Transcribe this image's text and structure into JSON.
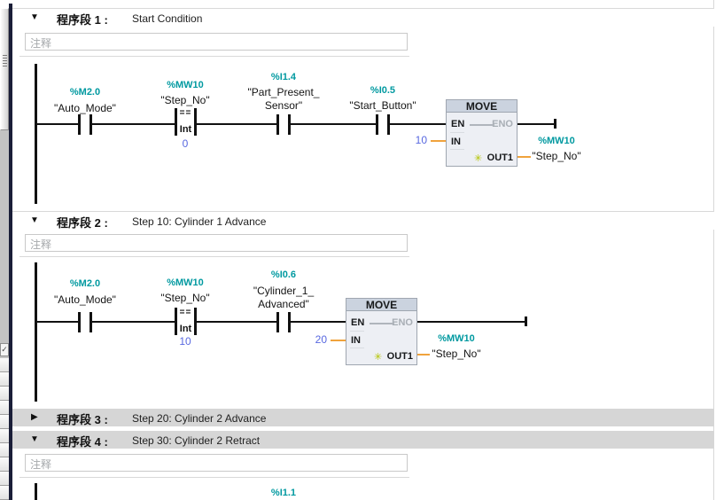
{
  "icons": {
    "collapse": "▼",
    "expand": "▶",
    "star": "✳",
    "check": "✓"
  },
  "colors": {
    "operand_teal": "#0099A0",
    "constant_blue": "#5868E0",
    "wire_orange": "#F0A33C",
    "star_yellow": "#B3C400",
    "block_header": "#CBD3DF",
    "network_header_gray": "#D6D6D6",
    "sidebar_navy": "#1A1E38"
  },
  "editor": {
    "comment_placeholder": "注释",
    "block": {
      "title": "MOVE",
      "en": "EN",
      "eno": "ENO",
      "in": "IN",
      "out1": "OUT1"
    },
    "networks": [
      {
        "label": "程序段 1 :",
        "title": "Start Condition",
        "contact1": {
          "address": "%M2.0",
          "name": "\"Auto_Mode\""
        },
        "compare": {
          "address": "%MW10",
          "name": "\"Step_No\"",
          "op": "==",
          "type": "Int",
          "value": "0"
        },
        "contact2": {
          "address": "%I1.4",
          "name_line1": "\"Part_Present_",
          "name_line2": "Sensor\""
        },
        "contact3": {
          "address": "%I0.5",
          "name": "\"Start_Button\""
        },
        "move": {
          "in_value": "10",
          "out_address": "%MW10",
          "out_name": "\"Step_No\""
        }
      },
      {
        "label": "程序段 2 :",
        "title": "Step 10: Cylinder 1 Advance",
        "contact1": {
          "address": "%M2.0",
          "name": "\"Auto_Mode\""
        },
        "compare": {
          "address": "%MW10",
          "name": "\"Step_No\"",
          "op": "==",
          "type": "Int",
          "value": "10"
        },
        "contact2": {
          "address": "%I0.6",
          "name_line1": "\"Cylinder_1_",
          "name_line2": "Advanced\""
        },
        "move": {
          "in_value": "20",
          "out_address": "%MW10",
          "out_name": "\"Step_No\""
        }
      },
      {
        "label": "程序段 3 :",
        "title": "Step 20: Cylinder 2 Advance"
      },
      {
        "label": "程序段 4 :",
        "title": "Step 30:  Cylinder 2 Retract",
        "partial_address": "%I1.1"
      }
    ]
  }
}
